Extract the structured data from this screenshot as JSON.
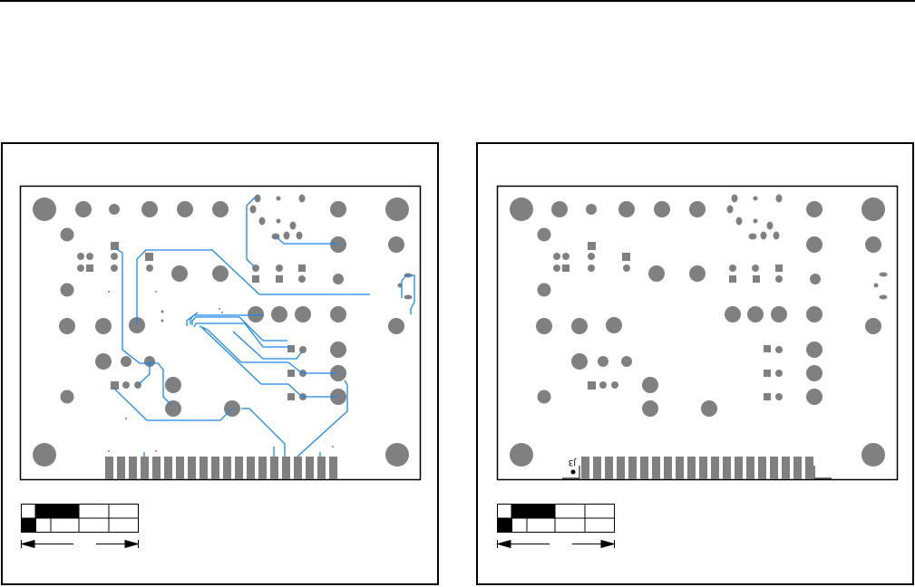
{
  "document": {
    "type": "PCB layout figure",
    "panels": [
      {
        "id": "left",
        "layer": "bottom copper with traces",
        "has_traces": true
      },
      {
        "id": "right",
        "layer": "bottom pads / solder mask",
        "has_traces": false
      }
    ]
  },
  "silkscreen": {
    "connector_label_mirrored": "J3"
  },
  "colors": {
    "pad": "#808080",
    "trace": "#1e88e5",
    "outline": "#000000",
    "background": "#ffffff"
  },
  "edge_connector": {
    "finger_count": 20
  },
  "scale_bar": {
    "top_row_cells": [
      "white",
      "black",
      "black",
      "white",
      "white"
    ],
    "bottom_row_cells": [
      "black",
      "white",
      "white",
      "white",
      "white"
    ],
    "dimension_arrow": "span"
  }
}
